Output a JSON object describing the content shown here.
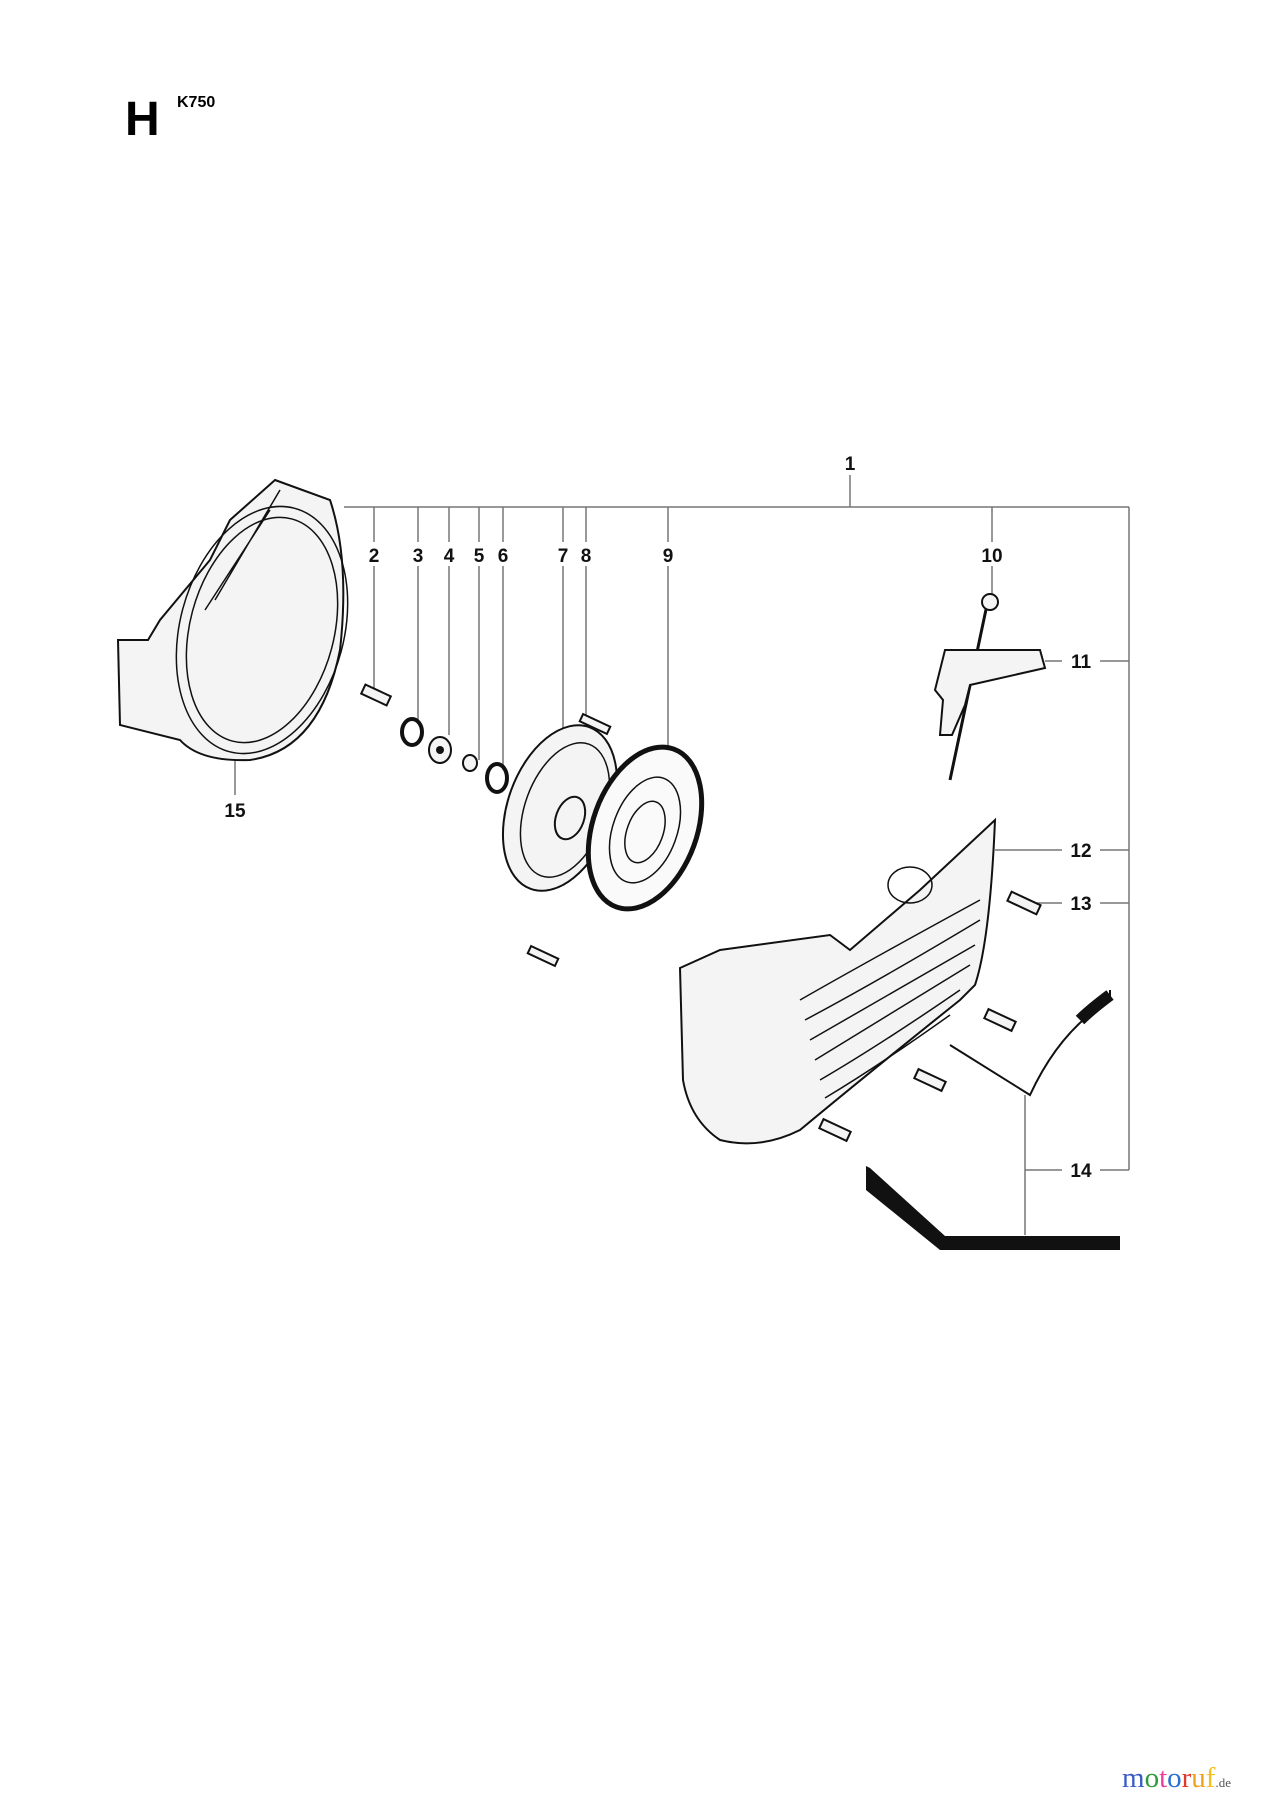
{
  "header": {
    "section_letter": "H",
    "model": "K750"
  },
  "callouts": [
    "1",
    "2",
    "3",
    "4",
    "5",
    "6",
    "7",
    "8",
    "9",
    "10",
    "11",
    "12",
    "13",
    "14",
    "15"
  ],
  "watermark": {
    "text": "motoruf",
    "tld": ".de",
    "colors": [
      "#3b5cc4",
      "#2c9c3c",
      "#e8409a",
      "#2c6fd0",
      "#e03a2a",
      "#f0a020",
      "#f0c020"
    ]
  }
}
